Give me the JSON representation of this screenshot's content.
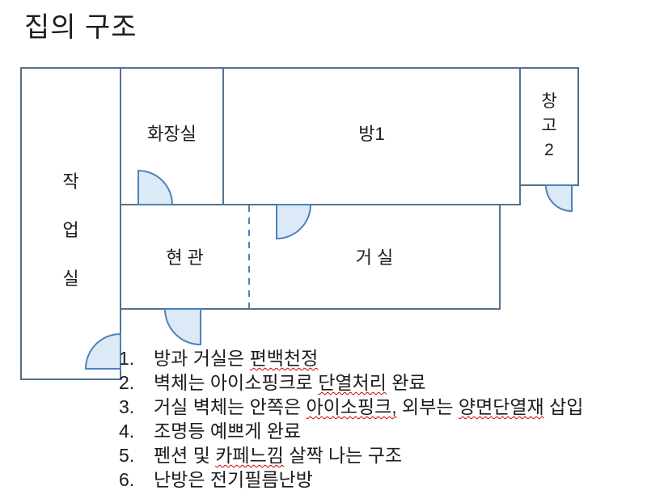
{
  "title": "집의 구조",
  "colors": {
    "wall": "#54718e",
    "door_stroke": "#4f82bb",
    "door_fill": "#dce9f6",
    "dashed": "#4f82bb",
    "text": "#1c1c1c",
    "squiggle": "#cc0000"
  },
  "rooms": {
    "workroom": {
      "label": "작\n업\n실"
    },
    "bathroom": {
      "label": "화장실"
    },
    "room1": {
      "label": "방1"
    },
    "storage2": {
      "label": "창\n고\n2"
    },
    "entrance": {
      "label": "현 관"
    },
    "living": {
      "label": "거 실"
    }
  },
  "notes": {
    "items": [
      {
        "num": "1.",
        "segments": [
          {
            "t": "방과 거실은 "
          },
          {
            "t": "편백천정",
            "wavy": true
          }
        ]
      },
      {
        "num": "2.",
        "segments": [
          {
            "t": "벽체는 아이소핑크로 "
          },
          {
            "t": "단열처리",
            "wavy": true
          },
          {
            "t": " 완료"
          }
        ]
      },
      {
        "num": "3.",
        "segments": [
          {
            "t": "거실 벽체는 안쪽은 "
          },
          {
            "t": "아이소핑크,",
            "wavy": true
          },
          {
            "t": " 외부는 "
          },
          {
            "t": "양면단열재",
            "wavy": true
          },
          {
            "t": " 삽입"
          }
        ]
      },
      {
        "num": "4.",
        "segments": [
          {
            "t": "조명등 예쁘게 완료"
          }
        ]
      },
      {
        "num": "5.",
        "segments": [
          {
            "t": "펜션 및 "
          },
          {
            "t": "카페느낌",
            "wavy": true
          },
          {
            "t": " 살짝 나는 구조"
          }
        ]
      },
      {
        "num": "6.",
        "segments": [
          {
            "t": "난방은 전기필름난방"
          }
        ]
      }
    ]
  }
}
